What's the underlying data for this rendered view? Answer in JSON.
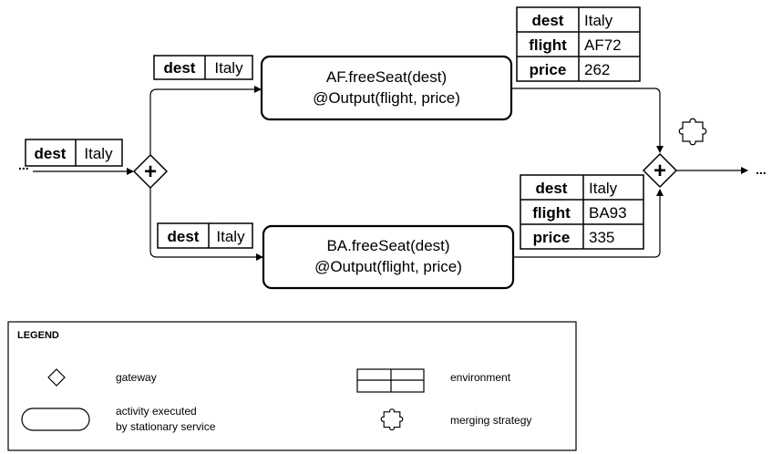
{
  "input_env": {
    "key": "dest",
    "value": "Italy"
  },
  "upper_branch": {
    "input_env": {
      "key": "dest",
      "value": "Italy"
    },
    "activity": {
      "line1": "AF.freeSeat(dest)",
      "line2": "@Output(flight, price)"
    },
    "output_env": [
      {
        "key": "dest",
        "value": "Italy"
      },
      {
        "key": "flight",
        "value": "AF72"
      },
      {
        "key": "price",
        "value": "262"
      }
    ]
  },
  "lower_branch": {
    "input_env": {
      "key": "dest",
      "value": "Italy"
    },
    "activity": {
      "line1": "BA.freeSeat(dest)",
      "line2": "@Output(flight, price)"
    },
    "output_env": [
      {
        "key": "dest",
        "value": "Italy"
      },
      {
        "key": "flight",
        "value": "BA93"
      },
      {
        "key": "price",
        "value": "335"
      }
    ]
  },
  "gateway_symbol": "+",
  "continuation_marks": "...",
  "icons": {
    "gateway": "diamond-icon",
    "activity": "rounded-rectangle-icon",
    "environment": "table-icon",
    "merging_strategy": "puzzle-piece-icon"
  },
  "legend": {
    "title": "LEGEND",
    "items": {
      "gateway": "gateway",
      "environment": "environment",
      "activity_line1": "activity executed",
      "activity_line2": "by stationary service",
      "merging": "merging strategy"
    }
  }
}
